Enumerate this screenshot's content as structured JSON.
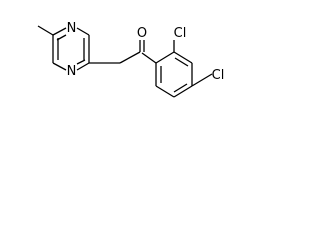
{
  "structure": {
    "atoms": {
      "pyrazine_n_top": "N",
      "pyrazine_n_bottom": "N",
      "carbonyl_o": "O",
      "chloro_ortho": "Cl",
      "chloro_para": "Cl"
    }
  }
}
